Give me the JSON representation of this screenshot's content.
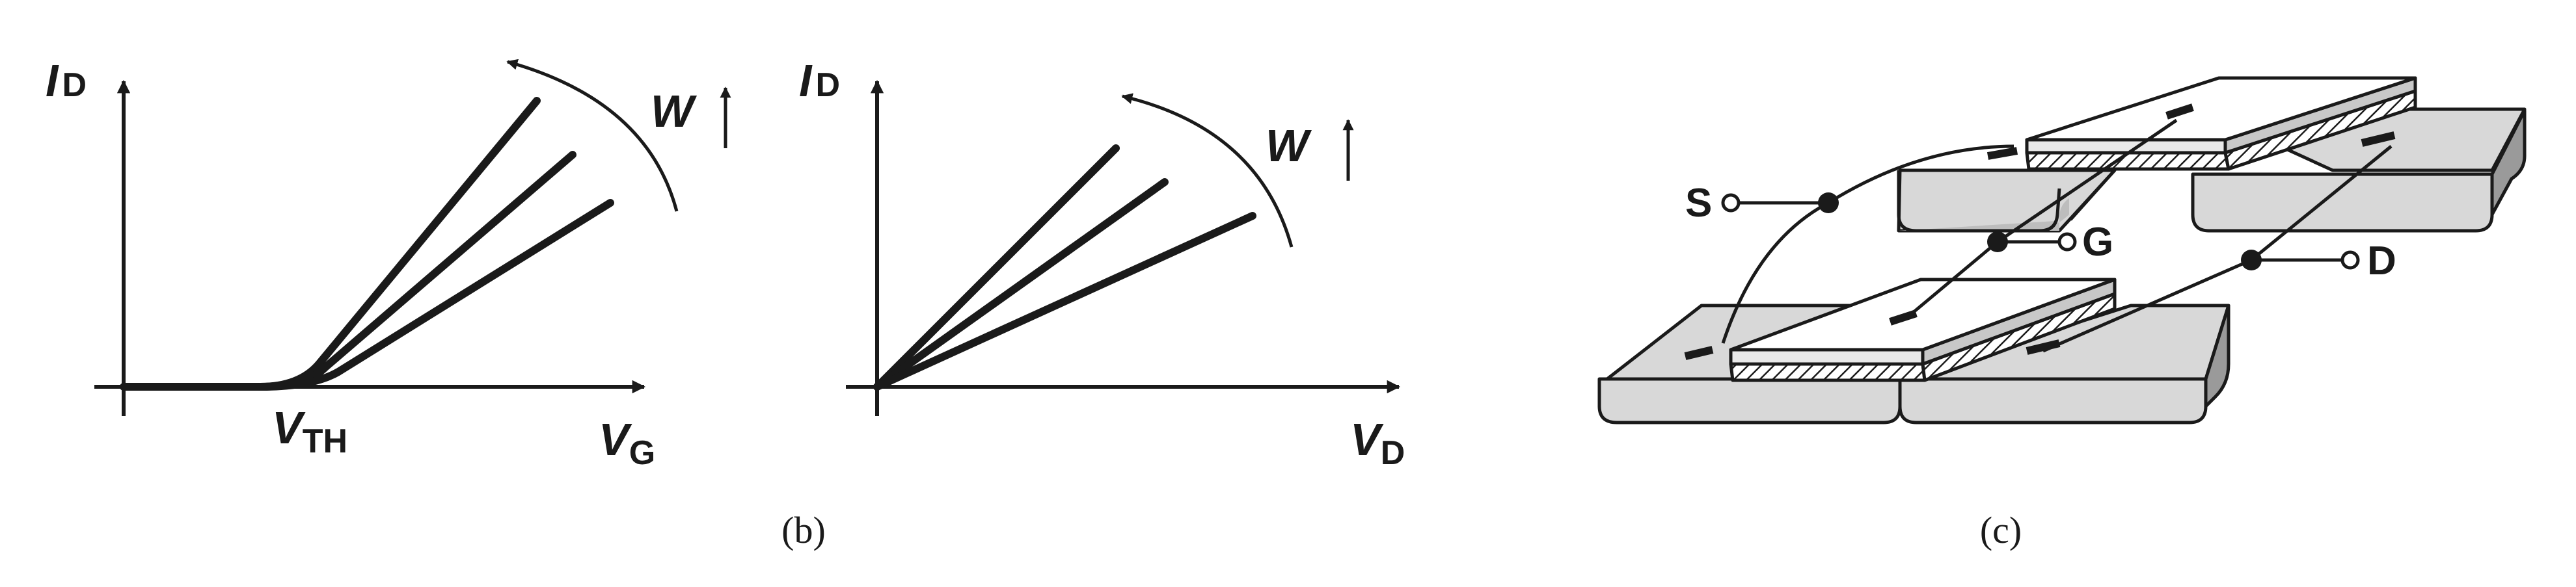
{
  "panel_b": {
    "left_plot": {
      "y_label_main": "I",
      "y_label_sub": "D",
      "x_label_main": "V",
      "x_label_sub": "G",
      "threshold_main": "V",
      "threshold_sub": "TH",
      "param_label": "W"
    },
    "right_plot": {
      "y_label_main": "I",
      "y_label_sub": "D",
      "x_label_main": "V",
      "x_label_sub": "D",
      "param_label": "W"
    },
    "caption": "(b)"
  },
  "panel_c": {
    "terminals": {
      "source": "S",
      "gate": "G",
      "drain": "D"
    },
    "caption": "(c)"
  }
}
